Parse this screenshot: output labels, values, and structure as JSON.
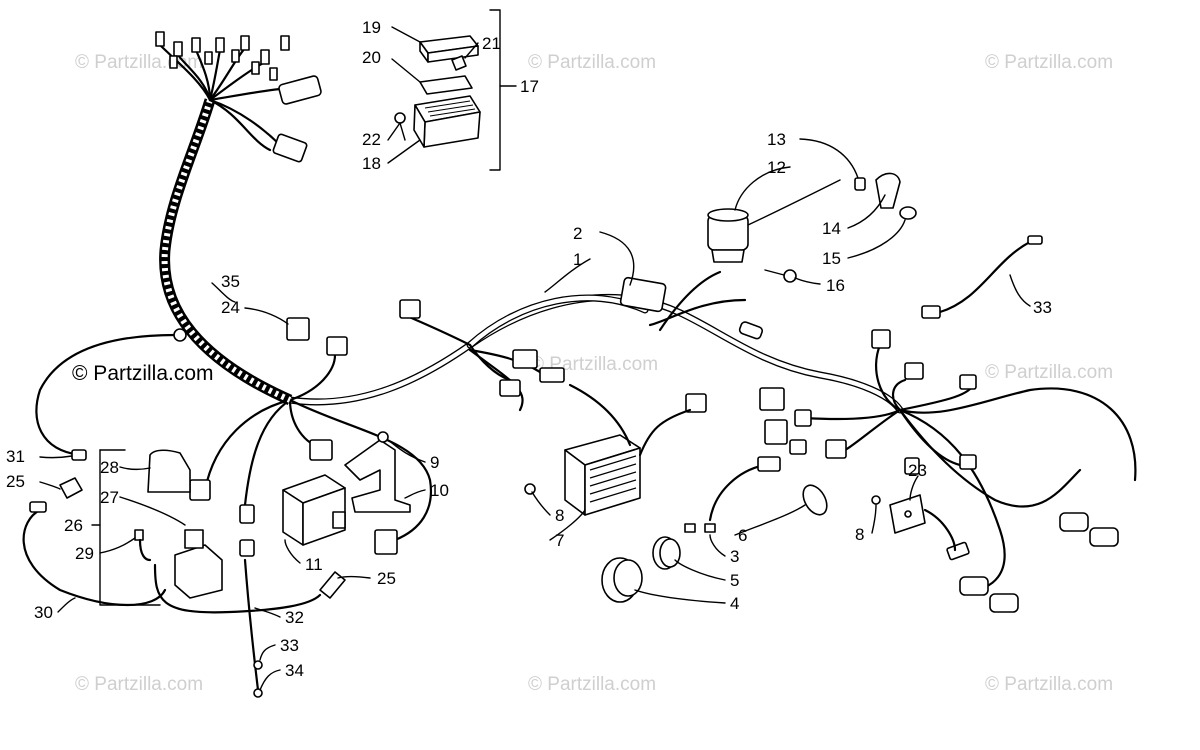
{
  "watermark": {
    "text": "© Partzilla.com",
    "main_text": "© Partzilla.com"
  },
  "callouts": [
    "1",
    "2",
    "3",
    "4",
    "5",
    "6",
    "7",
    "8",
    "8",
    "9",
    "10",
    "11",
    "12",
    "13",
    "14",
    "15",
    "16",
    "17",
    "18",
    "19",
    "20",
    "21",
    "22",
    "23",
    "24",
    "25",
    "25",
    "26",
    "27",
    "28",
    "29",
    "30",
    "31",
    "32",
    "33",
    "33",
    "34",
    "35"
  ],
  "colors": {
    "line": "#000000",
    "background": "#ffffff",
    "watermark": "#cfcfcf"
  }
}
